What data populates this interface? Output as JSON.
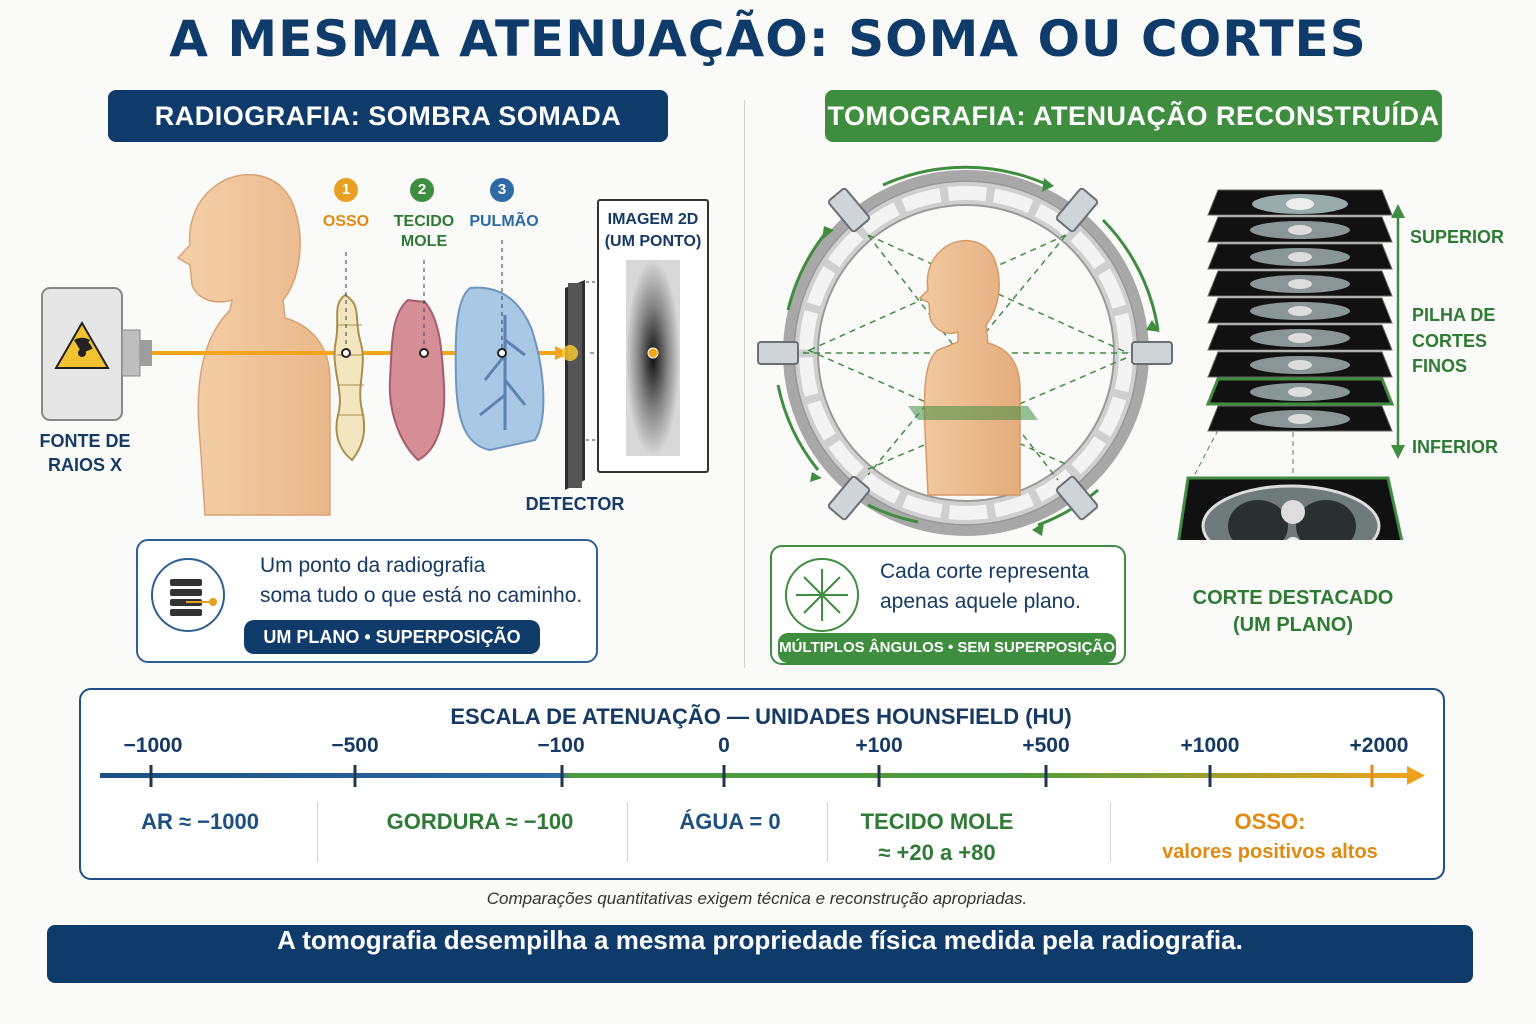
{
  "title": "A MESMA ATENUAÇÃO: SOMA OU CORTES",
  "radiography": {
    "banner": "RADIOGRAFIA: SOMBRA SOMADA",
    "source_label_1": "FONTE DE",
    "source_label_2": "RAIOS X",
    "layers": [
      {
        "num": "1",
        "label_1": "OSSO",
        "label_2": "",
        "color": "#e8a023"
      },
      {
        "num": "2",
        "label_1": "TECIDO",
        "label_2": "MOLE",
        "color": "#3f8d3f"
      },
      {
        "num": "3",
        "label_1": "PULMÃO",
        "label_2": "",
        "color": "#2d6aa6"
      }
    ],
    "image_label_1": "IMAGEM 2D",
    "image_label_2": "(UM PONTO)",
    "detector_label": "DETECTOR",
    "card_line_1": "Um ponto da radiografia",
    "card_line_2": "soma tudo o que está no caminho.",
    "card_pill": "UM PLANO  •  SUPERPOSIÇÃO"
  },
  "tomography": {
    "banner": "TOMOGRAFIA: ATENUAÇÃO RECONSTRUÍDA",
    "stack_top": "SUPERIOR",
    "stack_mid_1": "PILHA DE",
    "stack_mid_2": "CORTES",
    "stack_mid_3": "FINOS",
    "stack_bottom": "INFERIOR",
    "card_line_1": "Cada corte representa",
    "card_line_2": "apenas aquele plano.",
    "card_pill": "MÚLTIPLOS ÂNGULOS • SEM SUPERPOSIÇÃO",
    "highlight_label_1": "CORTE DESTACADO",
    "highlight_label_2": "(UM PLANO)"
  },
  "hu_scale": {
    "title": "ESCALA DE ATENUAÇÃO — UNIDADES HOUNSFIELD (HU)",
    "ticks": [
      "−1000",
      "−500",
      "−100",
      "0",
      "+100",
      "+500",
      "+1000",
      "+2000"
    ],
    "categories": [
      {
        "line_1": "AR ≈ −1000",
        "line_2": "",
        "color": "#1d4f82"
      },
      {
        "line_1": "GORDURA ≈ −100",
        "line_2": "",
        "color": "#2f7a35"
      },
      {
        "line_1": "ÁGUA = 0",
        "line_2": "",
        "color": "#1d4f82"
      },
      {
        "line_1": "TECIDO MOLE",
        "line_2": "≈ +20 a +80",
        "color": "#2f7a35"
      },
      {
        "line_1": "OSSO:",
        "line_2": "valores positivos altos",
        "color": "#e08a12"
      }
    ]
  },
  "footnote": "Comparações quantitativas exigem técnica e reconstrução apropriadas.",
  "bottom_banner": "A tomografia desempilha a mesma propriedade física medida pela radiografia.",
  "colors": {
    "navy": "#0f3b6b",
    "green": "#3f8d3f",
    "orange": "#e8a023",
    "beam": "#f2a516"
  }
}
